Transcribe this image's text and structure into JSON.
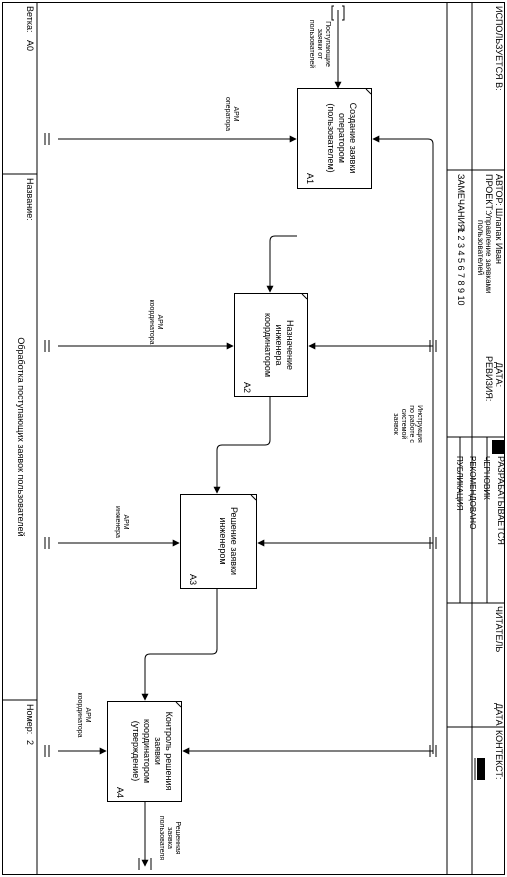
{
  "header": {
    "used_at_label": "ИСПОЛЬЗУЕТСЯ В:",
    "author_label": "АВТОР:",
    "author_value": "Шлапак Иван",
    "project_label": "ПРОЕКТ:",
    "project_value_line1": "Управление заявками",
    "project_value_line2": "пользователей",
    "notes_label": "ЗАМЕЧАНИЯ:",
    "notes_value": "1 2 3 4 5 6 7 8 9 10",
    "date_label": "ДАТА:",
    "revision_label": "РЕВИЗИЯ:",
    "status_working": "РАЗРАБАТЫВАЕТСЯ",
    "status_draft": "ЧЕРНОВИК",
    "status_recommended": "РЕКОМЕНДОВАНО",
    "status_publication": "ПУБЛИКАЦИЯ",
    "reader_label": "ЧИТАТЕЛЬ",
    "reader_date_label": "ДАТА",
    "context_label": "КОНТЕКСТ:"
  },
  "footer": {
    "node_label": "Ветка:",
    "node_value": "A0",
    "title_label": "Название:",
    "title_value": "Обработка поступающих заявок пользователей",
    "number_label": "Номер:",
    "number_value": "2"
  },
  "activities": [
    {
      "id": "A1",
      "lines": [
        "Создание заявки",
        "оператором",
        "(пользователем)"
      ]
    },
    {
      "id": "A2",
      "lines": [
        "Назначение",
        "инженера",
        "координатором"
      ]
    },
    {
      "id": "A3",
      "lines": [
        "Решение заявки",
        "инженером"
      ]
    },
    {
      "id": "A4",
      "lines": [
        "Контроль решения",
        "заявки",
        "координатором",
        "(утверждение)"
      ]
    }
  ],
  "arrows": {
    "input_lines": [
      "Поступающие",
      "заявки от",
      "пользователей"
    ],
    "output_lines": [
      "Решенная",
      "заявка",
      "пользователя"
    ],
    "control_lines": [
      "Инструкция",
      "по работе с",
      "системой",
      "заявок"
    ],
    "mech_a1_lines": [
      "АРМ",
      "оператора"
    ],
    "mech_a2_lines": [
      "АРМ",
      "координатора"
    ],
    "mech_a3_lines": [
      "АРМ",
      "инженера"
    ],
    "mech_a4_lines": [
      "АРМ",
      "координатора"
    ]
  },
  "colors": {
    "line": "#000000",
    "background": "#ffffff",
    "status_fill": "#000000"
  }
}
